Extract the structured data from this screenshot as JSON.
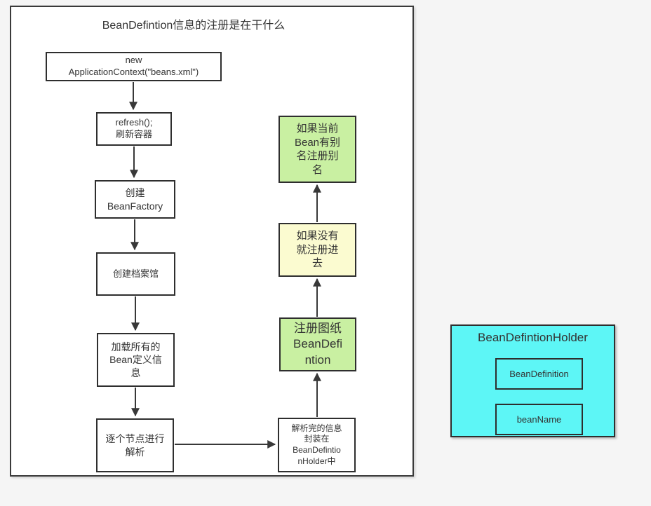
{
  "diagram": {
    "title": "BeanDefintion信息的注册是在干什么",
    "nodes": {
      "new_context": {
        "label": "new\nApplicationContext(\"beans.xml\")"
      },
      "refresh": {
        "label": "refresh();\n刷新容器"
      },
      "create_beanfactory": {
        "label": "创建\nBeanFactory"
      },
      "create_archive": {
        "label": "创建档案馆"
      },
      "load_definitions": {
        "label": "加载所有的\nBean定义信\n息"
      },
      "parse_each_node": {
        "label": "逐个节点进行\n解析"
      },
      "register_alias": {
        "label": "如果当前\nBean有别\n名注册别\n名"
      },
      "register_if_absent": {
        "label": "如果没有\n就注册进\n去"
      },
      "register_blueprint": {
        "label": "注册图纸\nBeanDefi\nntion"
      },
      "wrap_in_holder": {
        "label": "解析完的信息\n封装在\nBeanDefintio\nnHolder中"
      }
    },
    "holder": {
      "title": "BeanDefintionHolder",
      "fields": [
        "BeanDefinition",
        "beanName"
      ]
    },
    "colors": {
      "node_green": "#c9f0a2",
      "node_yellow": "#fbfbd0",
      "holder_cyan": "#5df6f6",
      "node_border": "#2e2e2e",
      "arrow": "#383838",
      "canvas_bg": "#ffffff",
      "page_bg": "#f5f5f5",
      "text": "#333333"
    }
  }
}
